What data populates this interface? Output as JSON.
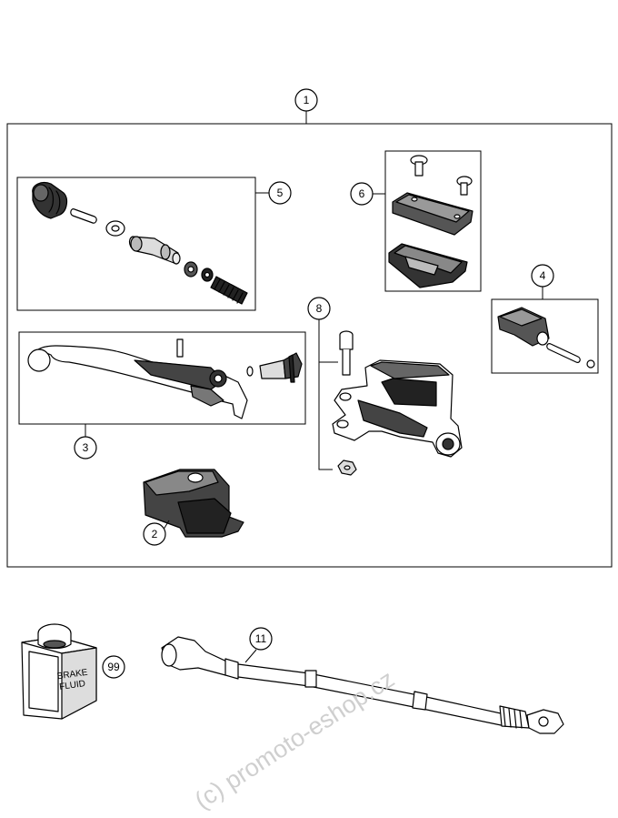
{
  "callouts": {
    "c1": "1",
    "c2": "2",
    "c3": "3",
    "c4": "4",
    "c5": "5",
    "c6": "6",
    "c8": "8",
    "c11": "11",
    "c99": "99"
  },
  "can_label": {
    "line1": "BRAKE",
    "line2": "FLUID"
  },
  "watermark": "(c) promoto-eshop.cz"
}
